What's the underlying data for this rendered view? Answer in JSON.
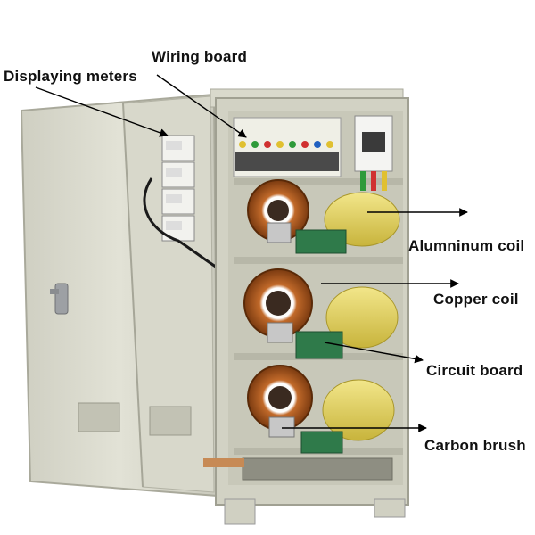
{
  "labels": {
    "displaying_meters": "Displaying meters",
    "wiring_board": "Wiring board",
    "aluminum_coil": "Alumninum coil",
    "copper_coil": "Copper coil",
    "circuit_board": "Circuit board",
    "carbon_brush": "Carbon brush"
  },
  "colors": {
    "cabinet": "#dcdcd0",
    "cabinet_shadow": "#b8b8a8",
    "coil_yellow": "#e6d65a",
    "copper": "#a0521c",
    "pcb_green": "#2f7a4a",
    "breaker": "#f2f2f2"
  }
}
